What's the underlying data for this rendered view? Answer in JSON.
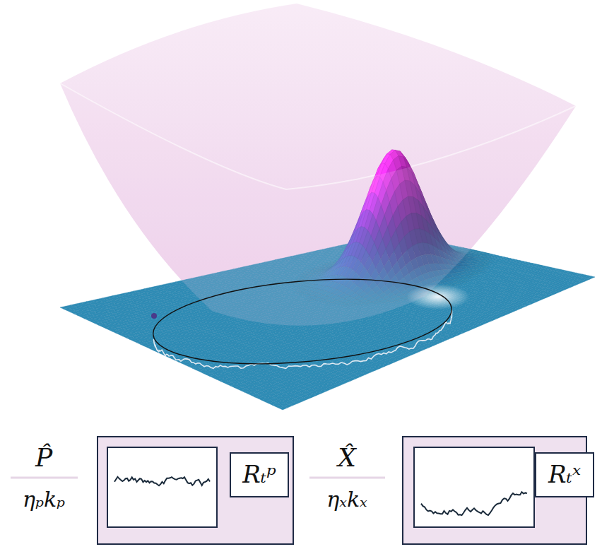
{
  "diagram": {
    "nodes": [
      {
        "text": [
          "Rₜᵖ"
        ]
      },
      {
        "text": [
          "Rₜˣ"
        ]
      }
    ],
    "labels": [
      "P̂",
      "ηₚkₚ",
      "X̂",
      "ηₓkₓ"
    ]
  }
}
